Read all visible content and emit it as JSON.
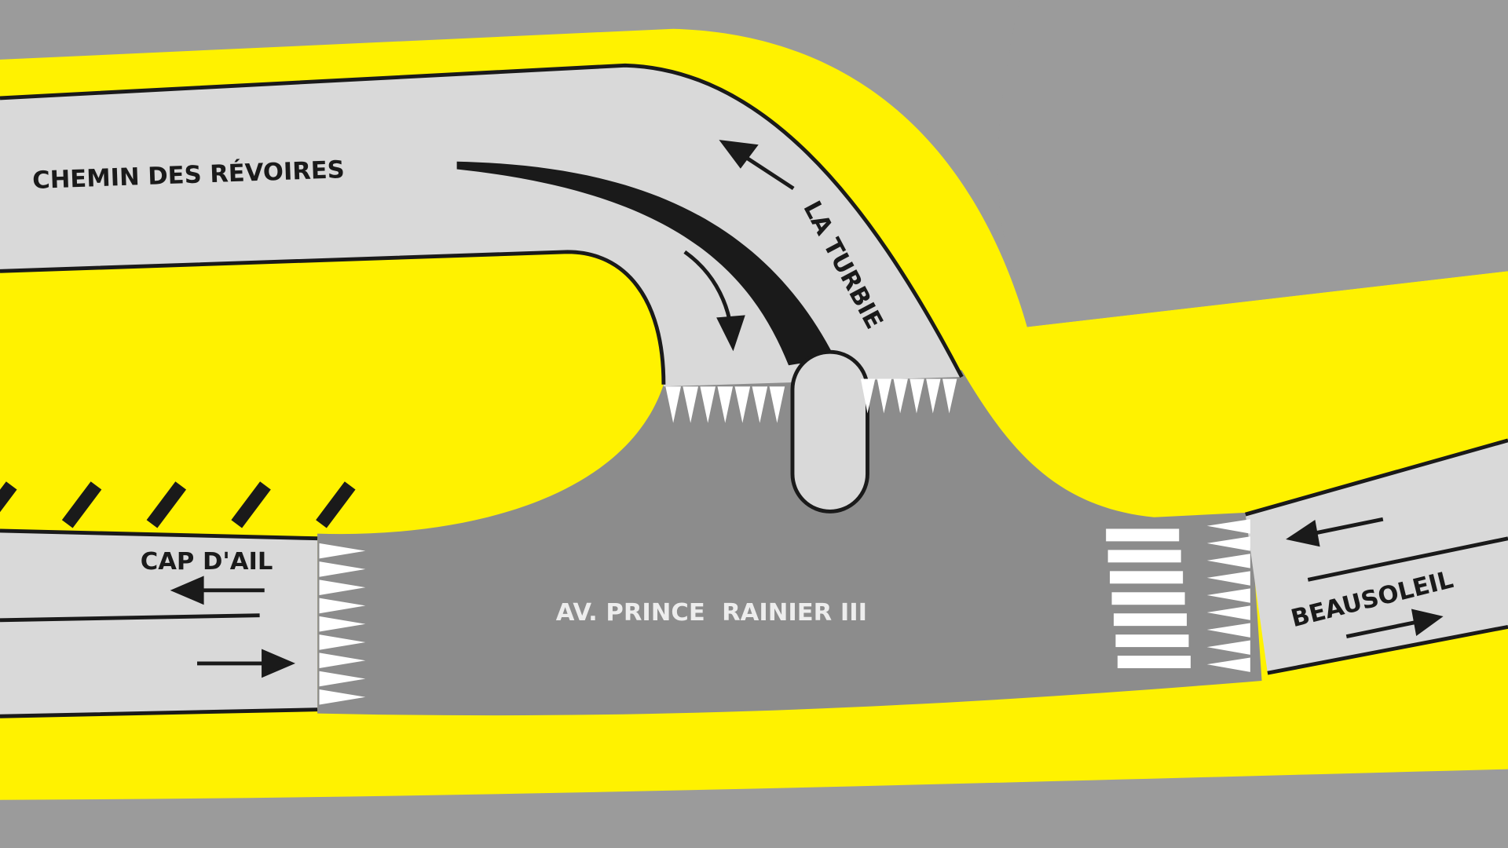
{
  "map": {
    "labels": {
      "chemin": "CHEMIN DES RÉVOIRES",
      "turbie": "LA TURBIE",
      "capdail": "CAP D'AIL",
      "avenue": "AV. PRINCE  RAINIER III",
      "beausoleil": "BEAUSOLEIL"
    },
    "colors": {
      "background": "#9b9b9b",
      "yellow": "#fff200",
      "road": "#d9d9d9",
      "avenue": "#8c8c8c",
      "line": "#1a1a1a",
      "white": "#ffffff"
    }
  }
}
